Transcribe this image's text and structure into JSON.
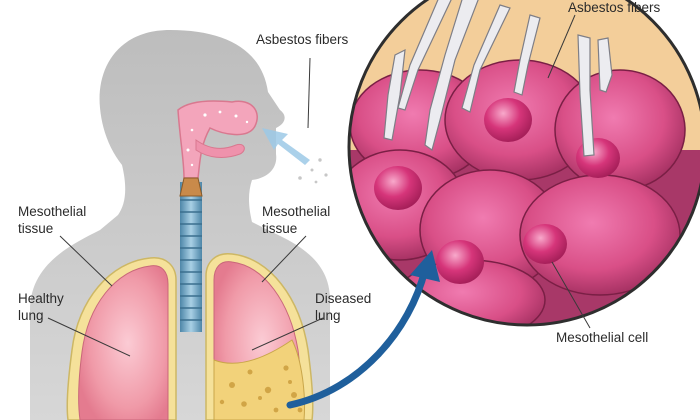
{
  "labels": {
    "asbestos_fibers_left": "Asbestos fibers",
    "asbestos_fibers_right": "Asbestos fibers",
    "mesothelial_tissue_left_line1": "Mesothelial",
    "mesothelial_tissue_left_line2": "tissue",
    "mesothelial_tissue_right_line1": "Mesothelial",
    "mesothelial_tissue_right_line2": "tissue",
    "healthy_lung_line1": "Healthy",
    "healthy_lung_line2": "lung",
    "diseased_lung_line1": "Diseased",
    "diseased_lung_line2": "lung",
    "mesothelial_cell": "Mesothelial cell"
  },
  "colors": {
    "silhouette": "#c9c9c9",
    "lung_fill": "#f09aa8",
    "lung_border": "#f5e19a",
    "airway": "#f3a5bb",
    "trachea": "#6fa3c0",
    "cell_fill": "#d94f87",
    "cell_nucleus": "#c2255e",
    "cell_background": "#a83868",
    "arrow": "#1f5f9c",
    "fiber": "#e8e8ea",
    "outline": "#2e2e2e"
  }
}
